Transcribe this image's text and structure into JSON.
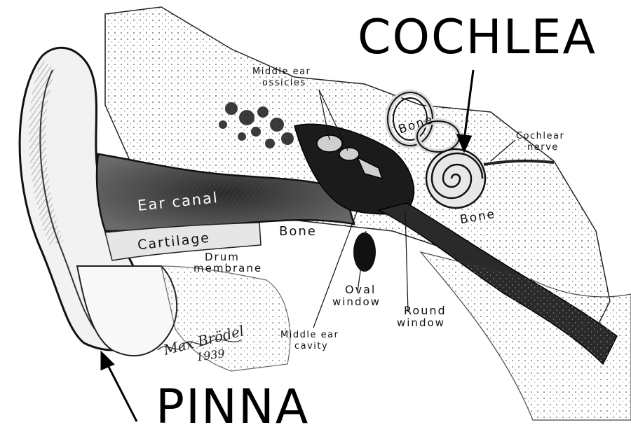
{
  "labels": {
    "cochlea_big": "COCHLEA",
    "pinna_big": "PINNA",
    "middle_ear_ossicles_1": "Middle ear",
    "middle_ear_ossicles_2": "ossicles",
    "bone_upper": "Bone",
    "cochlear_nerve_1": "Cochlear",
    "cochlear_nerve_2": "nerve",
    "ear_canal": "Ear canal",
    "cartilage": "Cartilage",
    "bone_middle": "Bone",
    "bone_right": "Bone",
    "drum_membrane_1": "Drum",
    "drum_membrane_2": "membrane",
    "oval_window_1": "Oval",
    "oval_window_2": "window",
    "round_window_1": "Round",
    "round_window_2": "window",
    "middle_ear_cavity_1": "Middle ear",
    "middle_ear_cavity_2": "cavity"
  },
  "signature": {
    "name": "Max Brödel",
    "year": "1939"
  },
  "colors": {
    "ink": "#111111",
    "shade": "#3a3a3a",
    "paper": "#ffffff"
  }
}
